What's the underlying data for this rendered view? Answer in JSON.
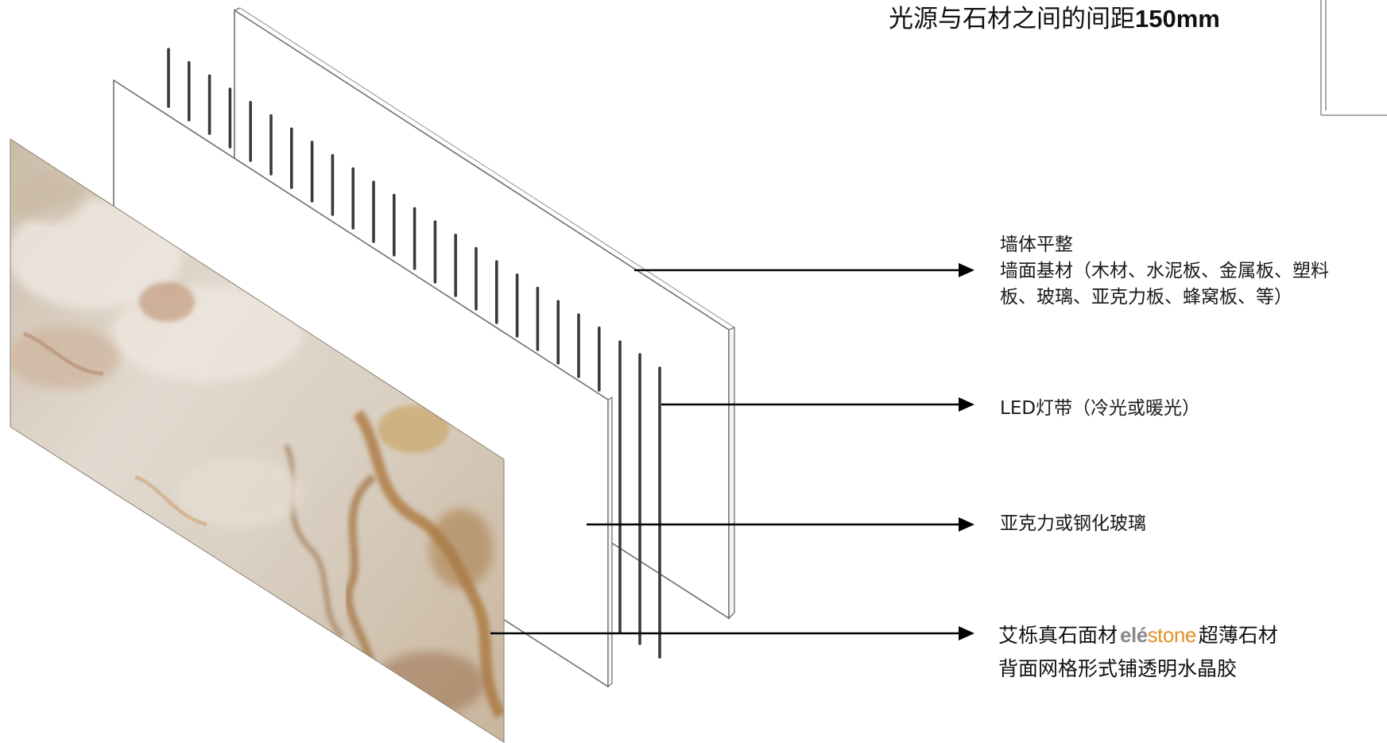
{
  "header": {
    "spacing_note_text": "光源与石材之间的间距",
    "spacing_note_value": "150mm"
  },
  "layers": [
    {
      "id": "wall",
      "lines": [
        "墙体平整",
        "墙面基材（木材、水泥板、金属板、塑料",
        "板、玻璃、亚克力板、蜂窝板、等）"
      ]
    },
    {
      "id": "led",
      "lines": [
        "LED灯带（冷光或暖光）"
      ]
    },
    {
      "id": "acrylic",
      "lines": [
        "亚克力或钢化玻璃"
      ]
    },
    {
      "id": "stone",
      "line1_before": "艾栎真石面材",
      "brand": {
        "ele": "elé",
        "stone": "stone"
      },
      "line1_after": "超薄石材",
      "line2": "背面网格形式铺透明水晶胶"
    }
  ],
  "colors": {
    "stone_base": "#d8cfc4",
    "stone_rust": "#b0824a",
    "panel_edge": "#6f6f6f",
    "led_strip": "#3a3a3a",
    "arrow": "#000000",
    "brand_grey": "#8a8a8a",
    "brand_orange": "#e0912a"
  }
}
